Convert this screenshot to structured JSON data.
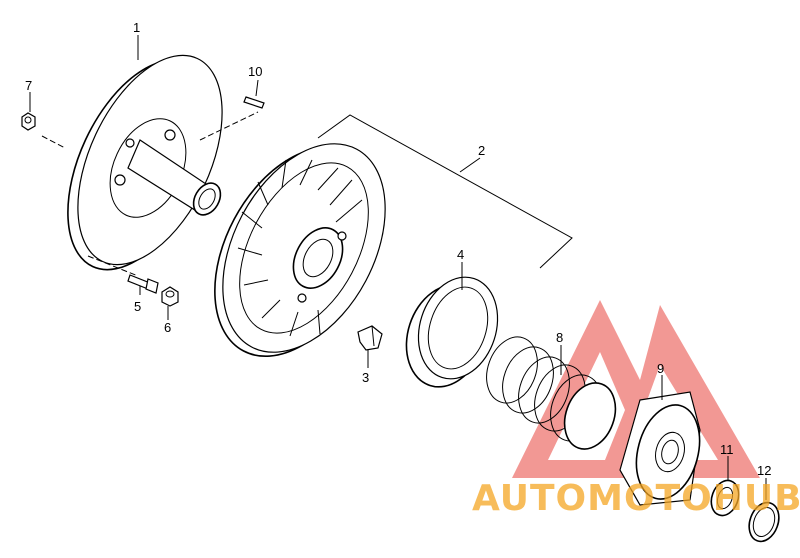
{
  "diagram": {
    "callouts": [
      {
        "id": "1",
        "label": "1"
      },
      {
        "id": "2",
        "label": "2"
      },
      {
        "id": "3",
        "label": "3"
      },
      {
        "id": "4",
        "label": "4"
      },
      {
        "id": "5",
        "label": "5"
      },
      {
        "id": "6",
        "label": "6"
      },
      {
        "id": "7",
        "label": "7"
      },
      {
        "id": "8",
        "label": "8"
      },
      {
        "id": "9",
        "label": "9"
      },
      {
        "id": "10",
        "label": "10"
      },
      {
        "id": "11",
        "label": "11"
      },
      {
        "id": "12",
        "label": "12"
      }
    ]
  },
  "watermark": {
    "text": "AUTOMOTOHUB",
    "colors": {
      "logo": "#e8433c",
      "text_orange": "#f5a623",
      "text_gray": "#9b9b9b"
    }
  }
}
